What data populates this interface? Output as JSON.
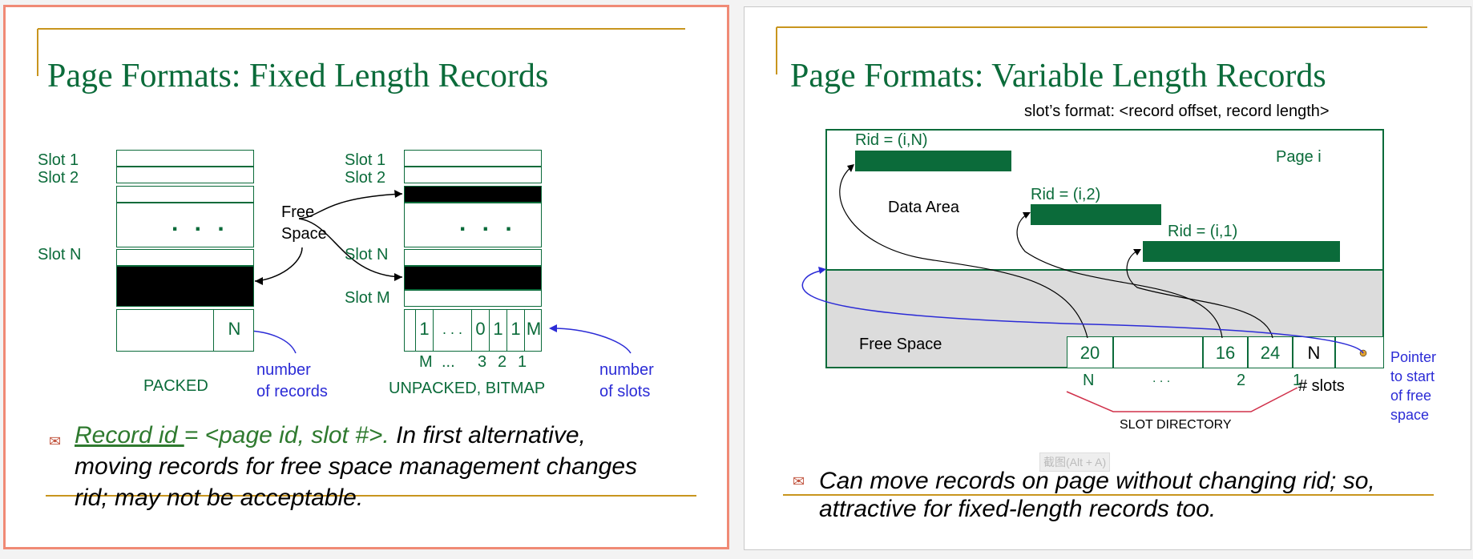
{
  "slide1": {
    "title": "Page Formats: Fixed Length Records",
    "packed": {
      "slot1": "Slot 1",
      "slot2": "Slot 2",
      "ellipsis": ". . .",
      "slotN": "Slot N",
      "count_cell": "N",
      "caption": "PACKED"
    },
    "free_space": [
      "Free",
      "Space"
    ],
    "note_records": [
      "number",
      "of records"
    ],
    "unpacked": {
      "slot1": "Slot 1",
      "slot2": "Slot 2",
      "ellipsis": ". . .",
      "slotN": "Slot N",
      "slotM": "Slot M",
      "bitmap_cells": [
        "",
        "1",
        ". . .",
        "0",
        "1",
        "1",
        "M"
      ],
      "bitmap_indices": [
        "M",
        "...",
        "3",
        "2",
        "1"
      ],
      "caption": "UNPACKED, BITMAP"
    },
    "note_slots": [
      "number",
      "of slots"
    ],
    "bullet": {
      "link": "Record id ",
      "text1": "= <page id, slot #>.",
      "text2": "  In first alternative,",
      "line2": "moving records for free space management changes",
      "line3": "rid; may not be acceptable."
    }
  },
  "slide2": {
    "title": "Page Formats: Variable Length Records",
    "slot_format": "slot’s format: <record offset, record length>",
    "page_label": "Page i",
    "data_area": "Data Area",
    "rids": [
      "Rid = (i,N)",
      "Rid = (i,2)",
      "Rid = (i,1)"
    ],
    "free_space": "Free Space",
    "directory_cells": [
      "20",
      "",
      "16",
      "24",
      "N"
    ],
    "directory_indices": [
      "N",
      ". . .",
      "2",
      "1"
    ],
    "num_slots": "# slots",
    "directory_label": "SLOT DIRECTORY",
    "pointer_note": [
      "Pointer",
      "to start",
      "of free",
      "space"
    ],
    "watermark": "截图(Alt + A)",
    "bullet": {
      "line1": "Can move records on page without changing rid; so,",
      "line2": "attractive for fixed-length records too."
    }
  },
  "colors": {
    "green": "#0b6b3a",
    "blue": "#2b2bd6",
    "gold": "#c8951e",
    "red": "#d0304a",
    "border": "#f08a75"
  }
}
